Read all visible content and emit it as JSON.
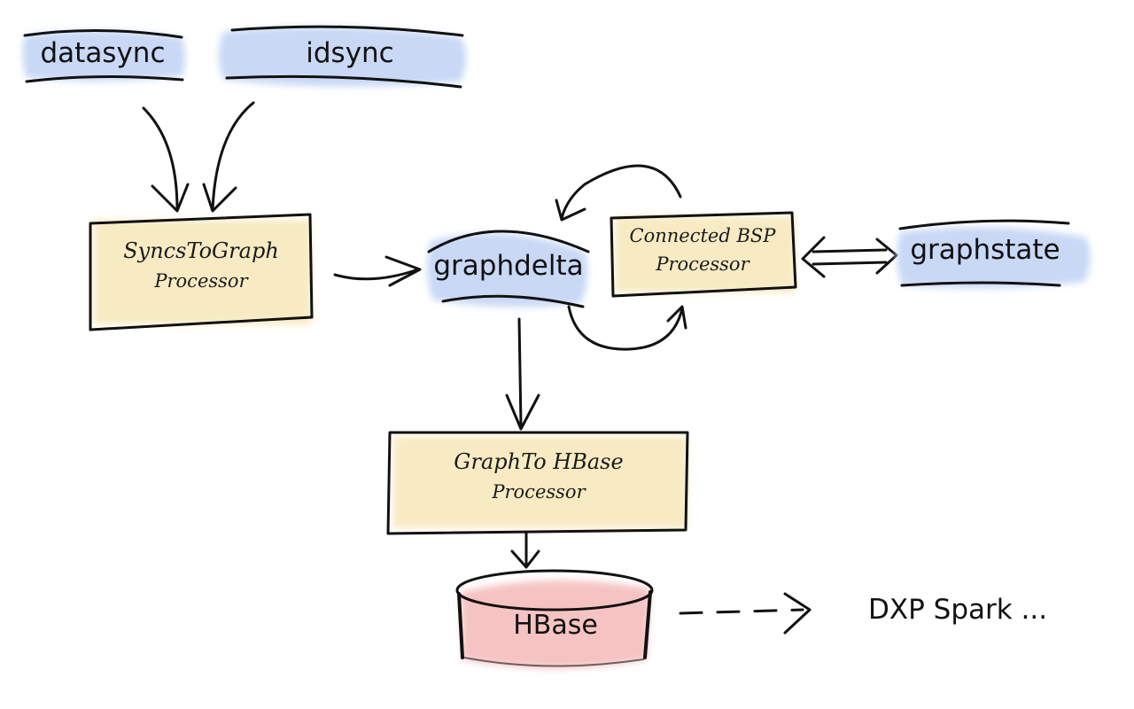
{
  "colors": {
    "topic_fill": "#c8d8f5",
    "processor_fill": "#f8ebc4",
    "store_fill": "#f6c3c3",
    "ink": "#111111"
  },
  "topics": {
    "datasync": "datasync",
    "idsync": "idsync",
    "graphdelta": "graphdelta",
    "graphstate": "graphstate"
  },
  "processors": {
    "syncs_to_graph": {
      "line1": "SyncsToGraph",
      "line2": "Processor"
    },
    "connected_bsp": {
      "line1": "Connected BSP",
      "line2": "Processor"
    },
    "graph_to_hbase": {
      "line1": "GraphTo HBase",
      "line2": "Processor"
    }
  },
  "store": {
    "hbase": "HBase"
  },
  "external": {
    "dxp_spark": "DXP Spark ..."
  }
}
